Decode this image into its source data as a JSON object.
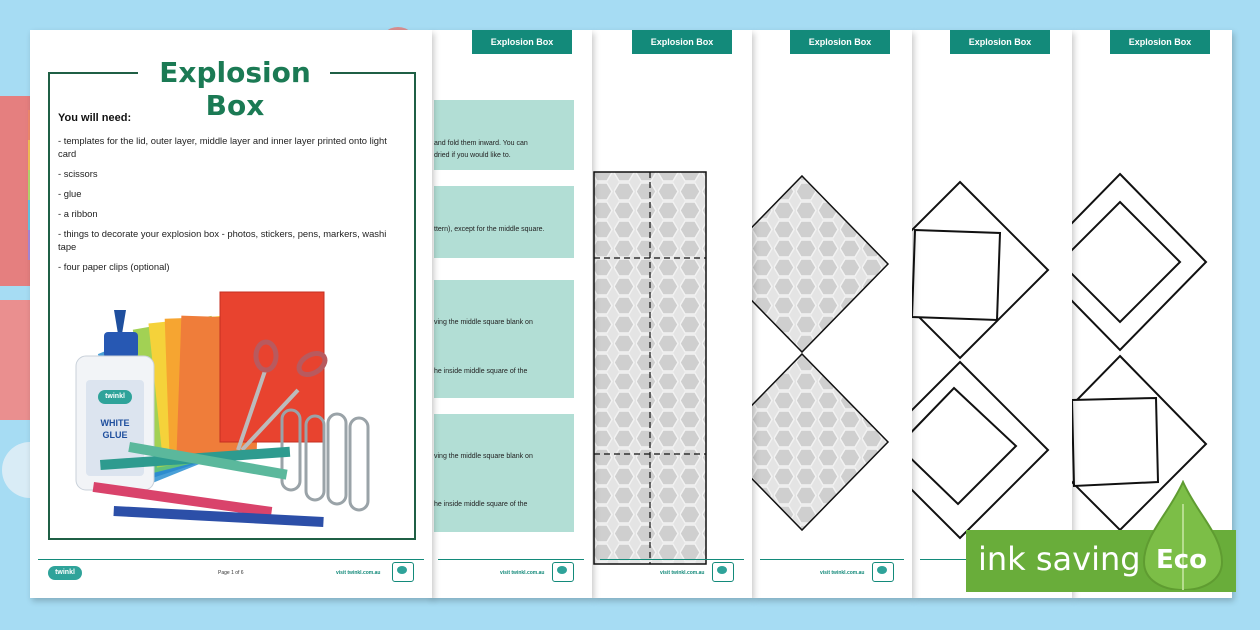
{
  "title": "Explosion Box",
  "need_heading": "You will need:",
  "needs": [
    "- templates for the lid, outer layer, middle layer and inner layer printed onto light card",
    "- scissors",
    "- glue",
    "- a ribbon",
    "- things to decorate your explosion box - photos, stickers, pens, markers, washi tape",
    "- four paper clips (optional)"
  ],
  "glue_label": {
    "brand": "twinkl",
    "line1": "WHITE",
    "line2": "GLUE"
  },
  "footer": {
    "page_number": "Page 1 of 6",
    "url": "visit twinkl.com.au",
    "logo": "twinkl"
  },
  "page_tab": "Explosion Box",
  "instructions": {
    "line1": "and fold them inward. You can",
    "line2": "dried if you would like to.",
    "line3": "ttern), except for the middle square.",
    "line4": "ving the middle square blank on",
    "line5": "he inside middle square of the",
    "line6": "ving the middle square blank on",
    "line7": "he inside middle square of the"
  },
  "eco": {
    "text": "ink saving",
    "word": "Eco"
  },
  "colors": {
    "background": "#a6dcf3",
    "accent": "#138a7a",
    "title": "#1b7a54",
    "eco": "#69ad3a"
  }
}
